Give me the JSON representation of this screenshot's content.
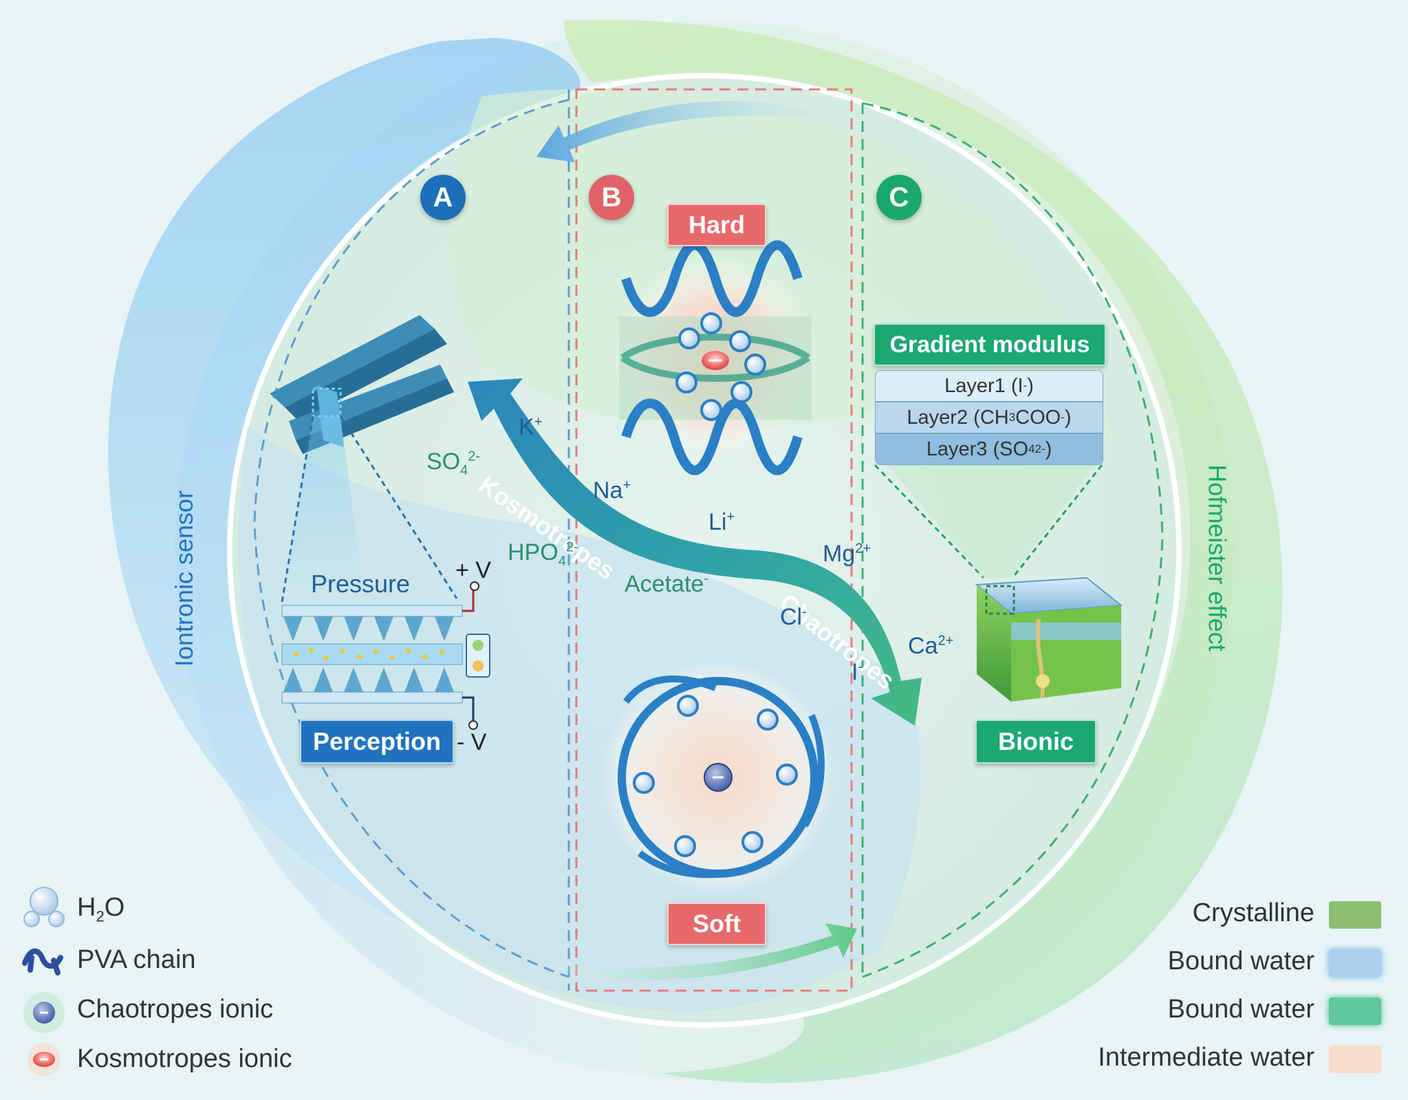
{
  "labels": {
    "A": "A",
    "B": "B",
    "C": "C",
    "hard": "Hard",
    "soft": "Soft",
    "perception": "Perception",
    "bionic": "Bionic",
    "gradient_modulus": "Gradient modulus",
    "pressure": "Pressure",
    "plus_v": "+ V",
    "minus_v": "- V",
    "iontronic_sensor": "Iontronic sensor",
    "hofmeister_effect": "Hofmeister effect",
    "kosmotropes": "Kosmotropes",
    "chaotropes": "Chaotropes"
  },
  "layers": [
    {
      "name": "Layer1",
      "ion": "I",
      "charge": "-"
    },
    {
      "name": "Layer2",
      "ion_pre": "CH",
      "ion_sub": "3",
      "ion_post": "COO",
      "charge": "-"
    },
    {
      "name": "Layer3",
      "ion_pre": "SO",
      "ion_sub": "4",
      "charge": "2-"
    }
  ],
  "ions": {
    "k": {
      "base": "K",
      "sup": "+"
    },
    "so4": {
      "base": "SO",
      "sub": "4",
      "sup": "2-"
    },
    "na": {
      "base": "Na",
      "sup": "+"
    },
    "li": {
      "base": "Li",
      "sup": "+"
    },
    "mg": {
      "base": "Mg",
      "sup": "2+"
    },
    "hpo4": {
      "base": "HPO",
      "sub": "4",
      "sup": "2-"
    },
    "acetate": {
      "base": "Acetate",
      "sup": "-"
    },
    "cl": {
      "base": "Cl",
      "sup": "-"
    },
    "ca": {
      "base": "Ca",
      "sup": "2+"
    },
    "i": {
      "base": "I",
      "sup": "-"
    }
  },
  "legend_left": [
    {
      "icon": "h2o-icon",
      "pre": "H",
      "sub": "2",
      "post": "O"
    },
    {
      "icon": "pva-chain-icon",
      "text": "PVA chain"
    },
    {
      "icon": "chaotrope-ion-icon",
      "text": "Chaotropes ionic"
    },
    {
      "icon": "kosmotrope-ion-icon",
      "text": "Kosmotropes ionic"
    }
  ],
  "legend_right": [
    {
      "text": "Crystalline",
      "color": "#8cbf6f"
    },
    {
      "text": "Bound water",
      "color": "#a9d1ee"
    },
    {
      "text": "Bound water",
      "color": "#5ec79d"
    },
    {
      "text": "Intermediate water",
      "color": "#f9dccd"
    }
  ],
  "colors": {
    "blue": "#1c6fb8",
    "red": "#e06467",
    "green": "#1aa86c",
    "kosmo_arrow": "#2e8fb8",
    "chao_arrow": "#3db38b"
  }
}
